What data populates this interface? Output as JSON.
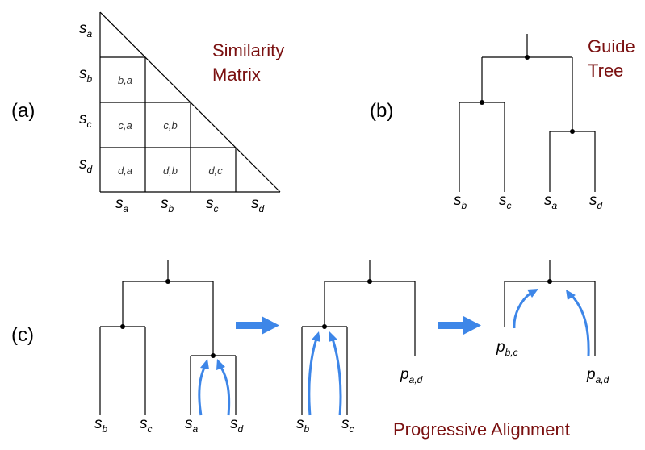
{
  "panels": {
    "a": {
      "label": "(a)",
      "title_line1": "Similarity",
      "title_line2": "Matrix",
      "row_labels": [
        {
          "base": "s",
          "sub": "a"
        },
        {
          "base": "s",
          "sub": "b"
        },
        {
          "base": "s",
          "sub": "c"
        },
        {
          "base": "s",
          "sub": "d"
        }
      ],
      "col_labels": [
        {
          "base": "s",
          "sub": "a"
        },
        {
          "base": "s",
          "sub": "b"
        },
        {
          "base": "s",
          "sub": "c"
        },
        {
          "base": "s",
          "sub": "d"
        }
      ],
      "cells": {
        "ba": "b,a",
        "ca": "c,a",
        "cb": "c,b",
        "da": "d,a",
        "db": "d,b",
        "dc": "d,c"
      }
    },
    "b": {
      "label": "(b)",
      "title_line1": "Guide",
      "title_line2": "Tree",
      "leaves": [
        {
          "base": "s",
          "sub": "b"
        },
        {
          "base": "s",
          "sub": "c"
        },
        {
          "base": "s",
          "sub": "a"
        },
        {
          "base": "s",
          "sub": "d"
        }
      ]
    },
    "c": {
      "label": "(c)",
      "title": "Progressive Alignment",
      "step1_leaves": [
        {
          "base": "s",
          "sub": "b"
        },
        {
          "base": "s",
          "sub": "c"
        },
        {
          "base": "s",
          "sub": "a"
        },
        {
          "base": "s",
          "sub": "d"
        }
      ],
      "step2_leaves": [
        {
          "base": "s",
          "sub": "b"
        },
        {
          "base": "s",
          "sub": "c"
        }
      ],
      "step2_profile": {
        "base": "p",
        "sub": "a,d"
      },
      "step3_profiles": [
        {
          "base": "p",
          "sub": "b,c"
        },
        {
          "base": "p",
          "sub": "a,d"
        }
      ]
    }
  },
  "colors": {
    "arrow": "#3d86e8",
    "title": "#7a1010",
    "line": "#000000"
  }
}
